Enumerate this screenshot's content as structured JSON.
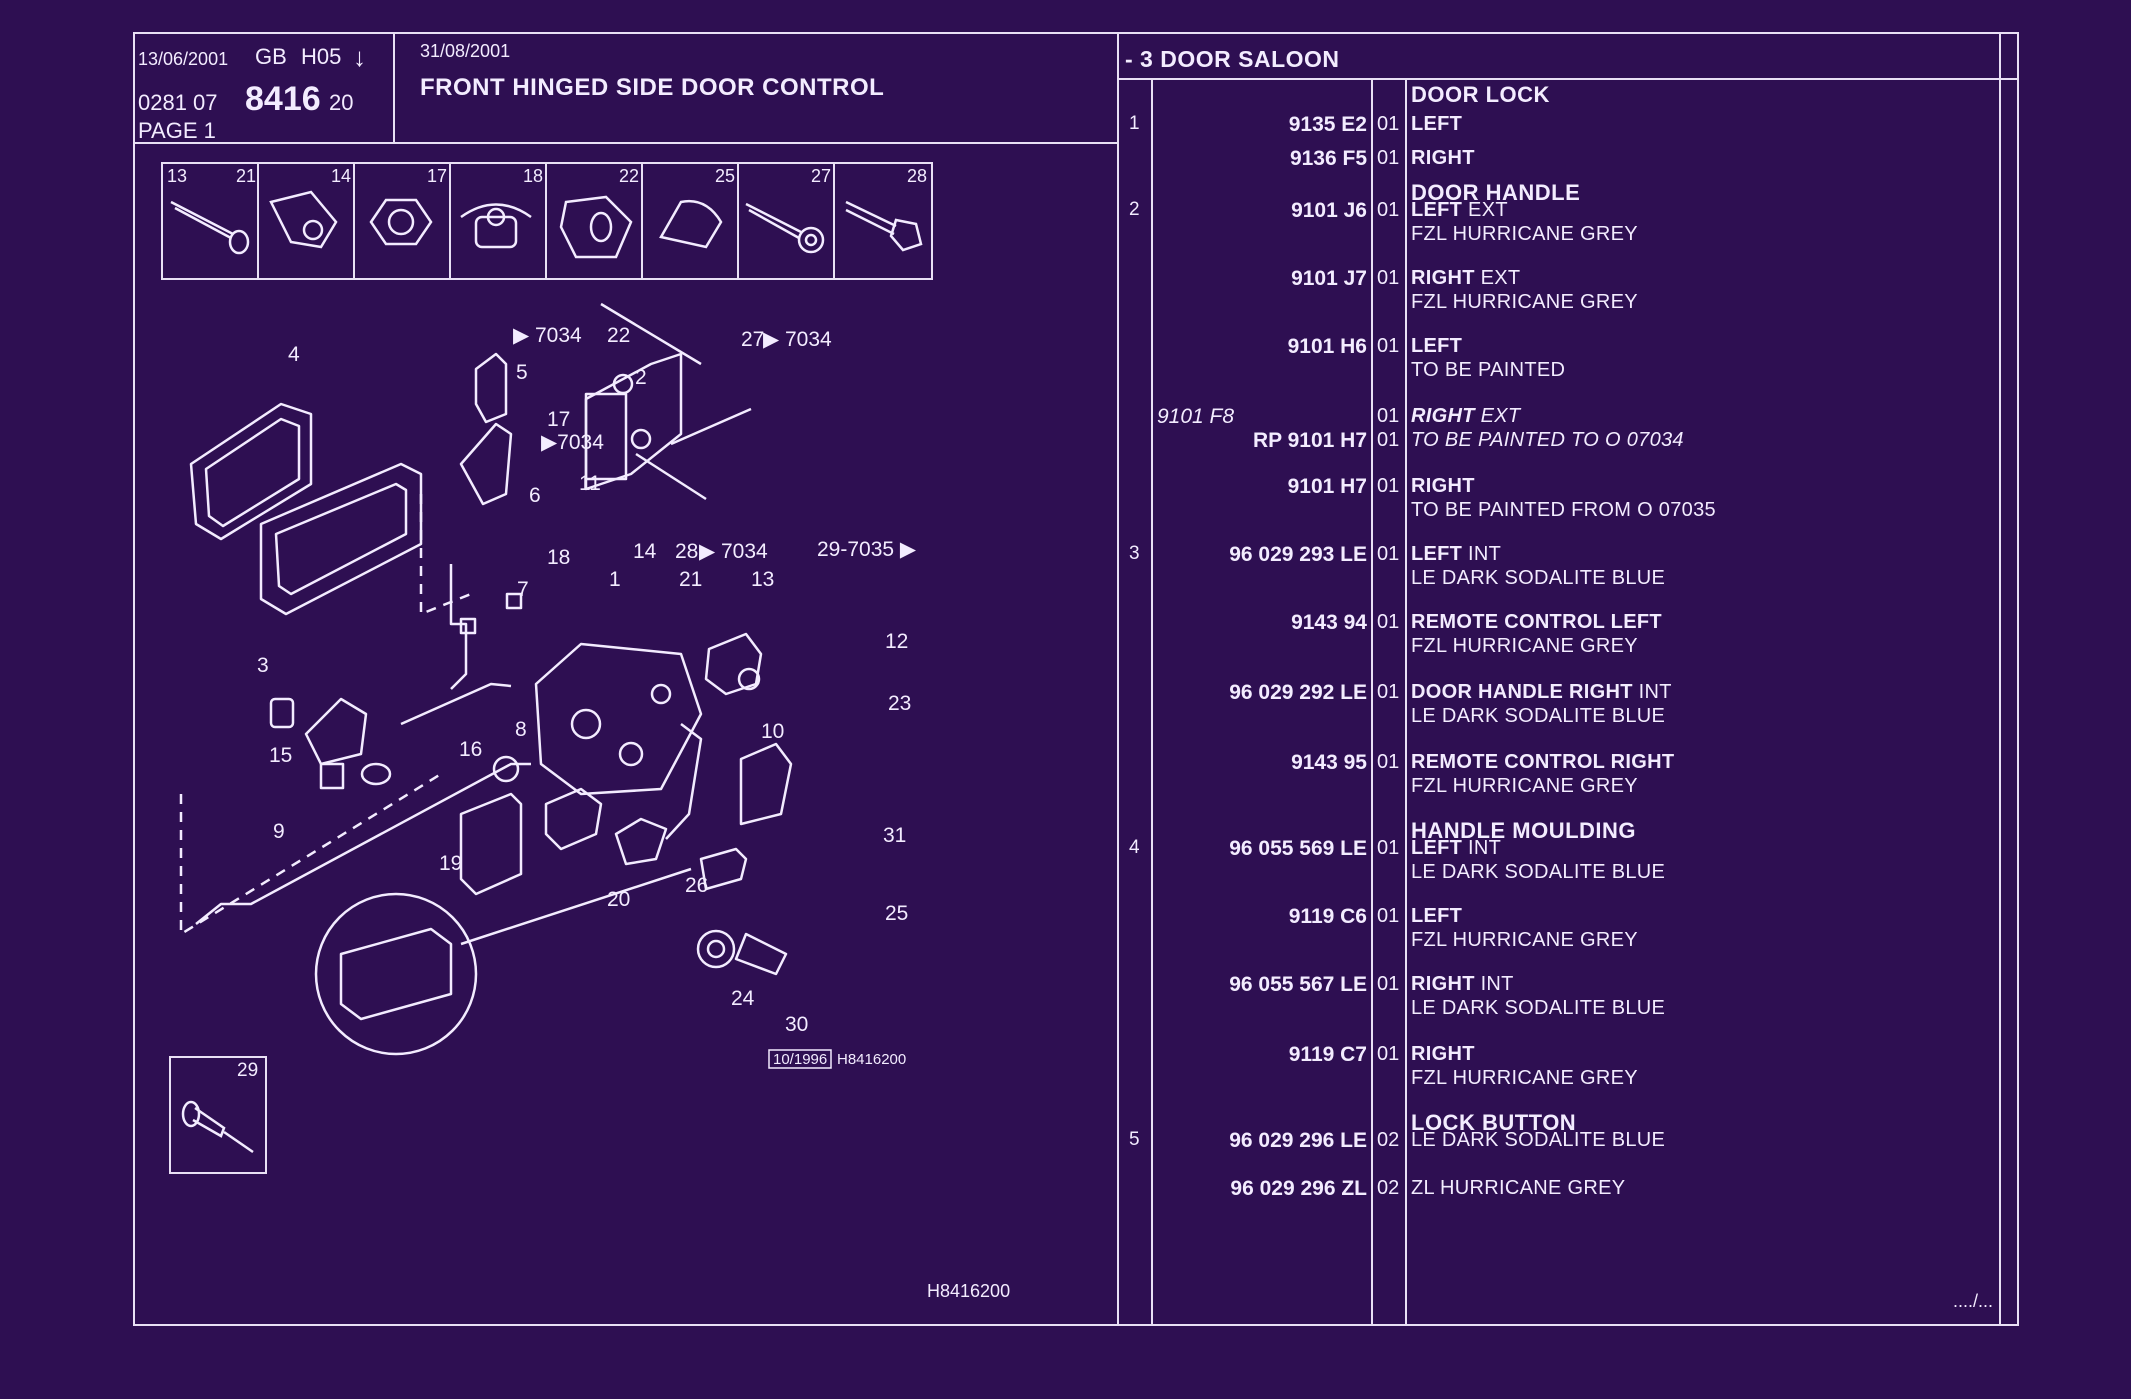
{
  "header": {
    "date": "13/06/2001",
    "market": "GB",
    "code": "H05",
    "arrow": "↓",
    "ref_prefix": "0281 07",
    "ref_main": "8416",
    "ref_suffix": "20",
    "page_label": "PAGE 1",
    "update_date": "31/08/2001",
    "title": "FRONT HINGED SIDE DOOR CONTROL",
    "model": "- 3 DOOR SALOON"
  },
  "small_parts": [
    {
      "nums": [
        "13",
        "21"
      ],
      "icon": "screw-icon"
    },
    {
      "nums": [
        "14"
      ],
      "icon": "clip-icon"
    },
    {
      "nums": [
        "17"
      ],
      "icon": "nut-icon"
    },
    {
      "nums": [
        "18"
      ],
      "icon": "cage-nut-icon"
    },
    {
      "nums": [
        "22"
      ],
      "icon": "sleeve-nut-icon"
    },
    {
      "nums": [
        "25"
      ],
      "icon": "cap-icon"
    },
    {
      "nums": [
        "27"
      ],
      "icon": "washer-screw-icon"
    },
    {
      "nums": [
        "28"
      ],
      "icon": "bolt-icon"
    }
  ],
  "diagram": {
    "labels": [
      "4",
      "5",
      "▶ 7034",
      "22",
      "27",
      "▶ 7034",
      "2",
      "17",
      "▶7034",
      "6",
      "11",
      "14",
      "28",
      "▶ 7034",
      "29-7035 ▶",
      "3",
      "18",
      "1",
      "21",
      "13",
      "7",
      "12",
      "23",
      "8",
      "10",
      "15",
      "16",
      "9",
      "19",
      "20",
      "26",
      "31",
      "25",
      "24",
      "30"
    ],
    "stamp_date": "10/1996",
    "stamp_ref": "H8416200",
    "inset_num": "29",
    "footer_ref": "H8416200"
  },
  "parts": [
    {
      "item": "",
      "ref": "",
      "qty": "",
      "group": "DOOR LOCK",
      "lines": []
    },
    {
      "item": "1",
      "ref": "9135 E2",
      "qty": "01",
      "group": "",
      "lines": [
        {
          "b": "LEFT",
          "n": ""
        }
      ]
    },
    {
      "item": "",
      "ref": "9136 F5",
      "qty": "01",
      "group": "",
      "lines": [
        {
          "b": "RIGHT",
          "n": ""
        }
      ]
    },
    {
      "item": "",
      "ref": "",
      "qty": "",
      "group": "DOOR HANDLE",
      "lines": []
    },
    {
      "item": "2",
      "ref": "9101 J6",
      "qty": "01",
      "group": "",
      "lines": [
        {
          "b": "LEFT",
          "n": " EXT"
        },
        {
          "b": "",
          "n": "FZL HURRICANE GREY"
        }
      ]
    },
    {
      "item": "",
      "ref": "9101 J7",
      "qty": "01",
      "group": "",
      "lines": [
        {
          "b": "RIGHT",
          "n": " EXT"
        },
        {
          "b": "",
          "n": "FZL HURRICANE GREY"
        }
      ]
    },
    {
      "item": "",
      "ref": "9101 H6",
      "qty": "01",
      "group": "",
      "lines": [
        {
          "b": "LEFT",
          "n": ""
        },
        {
          "b": "",
          "n": "TO BE PAINTED"
        }
      ]
    },
    {
      "item": "",
      "ref": "9101 F8",
      "ref2": "RP  9101 H7",
      "qty": "01",
      "qty2": "01",
      "group": "",
      "italic": true,
      "lines": [
        {
          "b": "RIGHT",
          "n": " EXT"
        },
        {
          "b": "",
          "n": "TO BE PAINTED TO  O  07034"
        }
      ]
    },
    {
      "item": "",
      "ref": "9101 H7",
      "qty": "01",
      "group": "",
      "lines": [
        {
          "b": "RIGHT",
          "n": ""
        },
        {
          "b": "",
          "n": "TO BE PAINTED FROM  O  07035"
        }
      ]
    },
    {
      "item": "3",
      "ref": "96 029 293 LE",
      "qty": "01",
      "group": "",
      "lines": [
        {
          "b": "LEFT",
          "n": " INT"
        },
        {
          "b": "",
          "n": "LE DARK SODALITE BLUE"
        }
      ]
    },
    {
      "item": "",
      "ref": "9143 94",
      "qty": "01",
      "group": "",
      "lines": [
        {
          "b": "REMOTE CONTROL LEFT",
          "n": ""
        },
        {
          "b": "",
          "n": "FZL HURRICANE GREY"
        }
      ]
    },
    {
      "item": "",
      "ref": "96 029 292 LE",
      "qty": "01",
      "group": "",
      "lines": [
        {
          "b": "DOOR HANDLE RIGHT",
          "n": " INT"
        },
        {
          "b": "",
          "n": "LE DARK SODALITE BLUE"
        }
      ]
    },
    {
      "item": "",
      "ref": "9143 95",
      "qty": "01",
      "group": "",
      "lines": [
        {
          "b": "REMOTE CONTROL RIGHT",
          "n": ""
        },
        {
          "b": "",
          "n": "FZL HURRICANE GREY"
        }
      ]
    },
    {
      "item": "",
      "ref": "",
      "qty": "",
      "group": "HANDLE MOULDING",
      "lines": []
    },
    {
      "item": "4",
      "ref": "96 055 569 LE",
      "qty": "01",
      "group": "",
      "lines": [
        {
          "b": "LEFT",
          "n": " INT"
        },
        {
          "b": "",
          "n": "LE DARK SODALITE BLUE"
        }
      ]
    },
    {
      "item": "",
      "ref": "9119 C6",
      "qty": "01",
      "group": "",
      "lines": [
        {
          "b": "LEFT",
          "n": ""
        },
        {
          "b": "",
          "n": "FZL HURRICANE GREY"
        }
      ]
    },
    {
      "item": "",
      "ref": "96 055 567 LE",
      "qty": "01",
      "group": "",
      "lines": [
        {
          "b": "RIGHT",
          "n": " INT"
        },
        {
          "b": "",
          "n": "LE DARK SODALITE BLUE"
        }
      ]
    },
    {
      "item": "",
      "ref": "9119 C7",
      "qty": "01",
      "group": "",
      "lines": [
        {
          "b": "RIGHT",
          "n": ""
        },
        {
          "b": "",
          "n": "FZL HURRICANE GREY"
        }
      ]
    },
    {
      "item": "",
      "ref": "",
      "qty": "",
      "group": "LOCK BUTTON",
      "lines": []
    },
    {
      "item": "5",
      "ref": "96 029 296 LE",
      "qty": "02",
      "group": "",
      "lines": [
        {
          "b": "",
          "n": "LE DARK SODALITE BLUE"
        }
      ]
    },
    {
      "item": "",
      "ref": "96 029 296 ZL",
      "qty": "02",
      "group": "",
      "lines": [
        {
          "b": "",
          "n": "ZL HURRICANE GREY"
        }
      ]
    }
  ],
  "continuation": "..../...",
  "colors": {
    "background": "#2e0f52",
    "ink": "#f3ecff"
  }
}
